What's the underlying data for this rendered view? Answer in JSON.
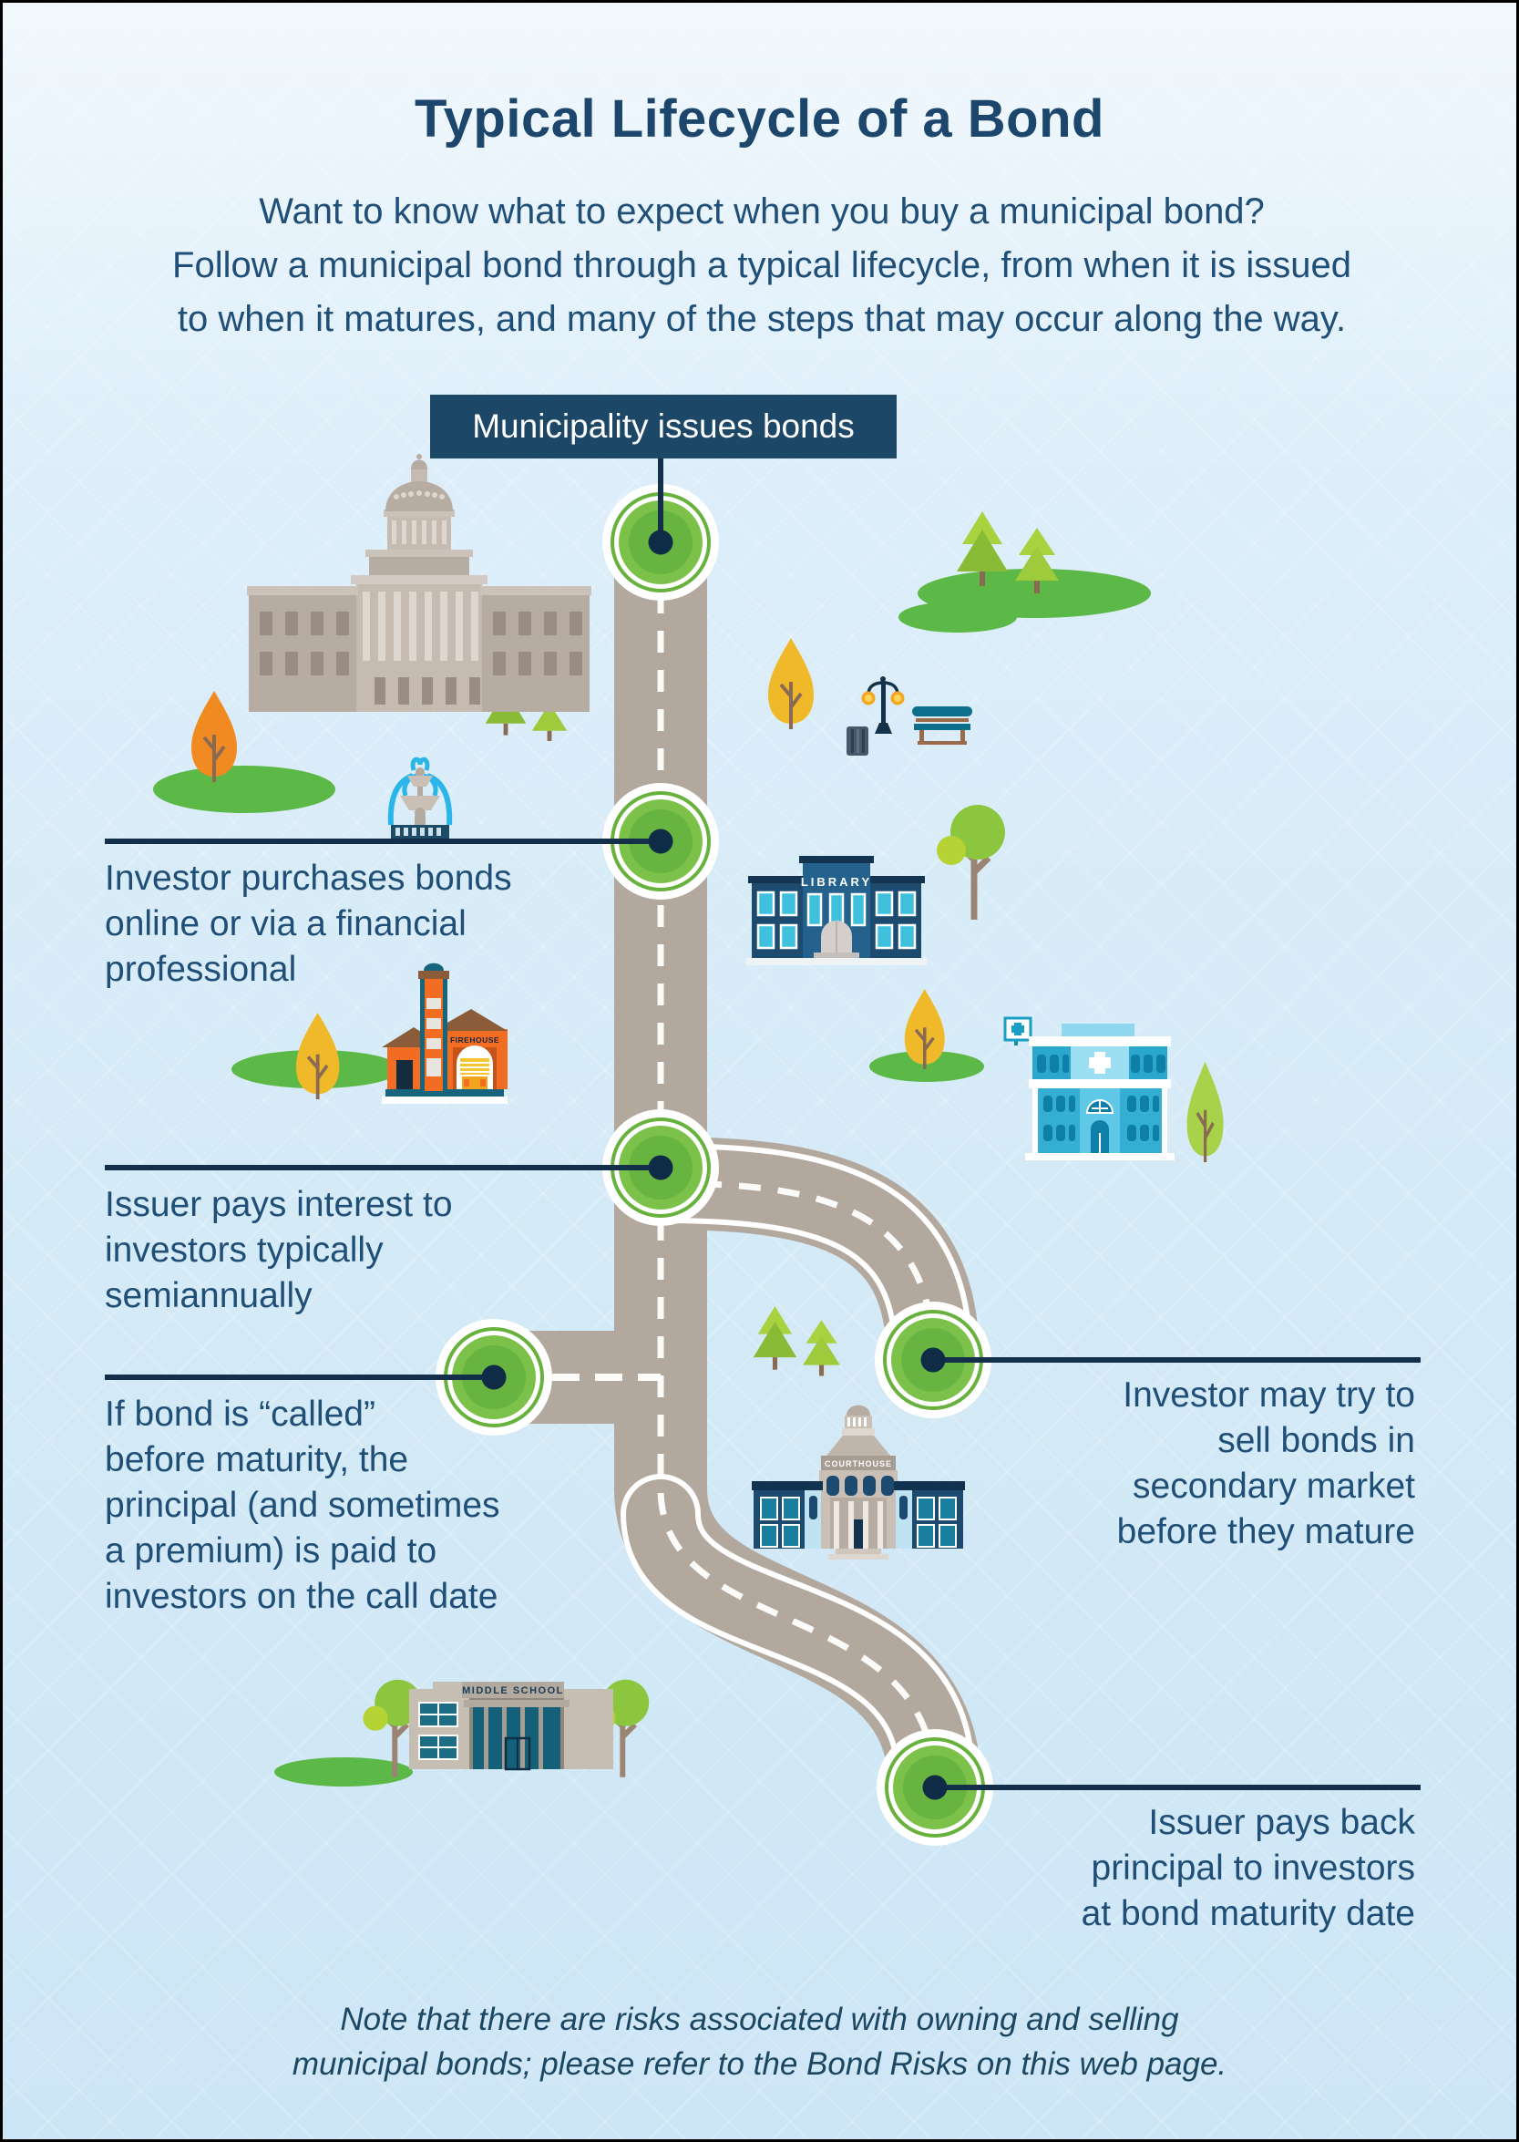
{
  "page": {
    "title": "Typical Lifecycle of a Bond",
    "intro": "Want to know what to expect when you buy a municipal bond?\nFollow a municipal bond through a typical lifecycle, from when it is issued\nto when it matures, and many of the steps that may occur along the way.",
    "note": "Note that there are risks associated with owning and selling\nmunicipal bonds; please refer to the Bond Risks on this web page."
  },
  "steps": [
    {
      "label": "Municipality issues bonds"
    },
    {
      "label": "Investor purchases bonds\nonline or via a financial\nprofessional"
    },
    {
      "label": "Issuer pays interest to\ninvestors typically\nsemiannually"
    },
    {
      "label": "If bond is “called”\nbefore maturity, the\nprincipal (and sometimes\na premium) is paid to\ninvestors on the call date"
    },
    {
      "label": "Investor may try to\nsell bonds in\nsecondary market\nbefore they mature"
    },
    {
      "label": "Issuer pays back\nprincipal to investors\nat bond maturity date"
    }
  ],
  "buildings": {
    "library": "LIBRARY",
    "firehouse": "FIREHOUSE",
    "courthouse": "COURTHOUSE",
    "school": "MIDDLE SCHOOL"
  },
  "colors": {
    "navy_banner": "#1d4767",
    "text_navy": "#1f4e77",
    "road": "#b3a89d",
    "node_green": "#7cc24a",
    "node_dot": "#0e2c45",
    "grass_green": "#5cb847"
  }
}
